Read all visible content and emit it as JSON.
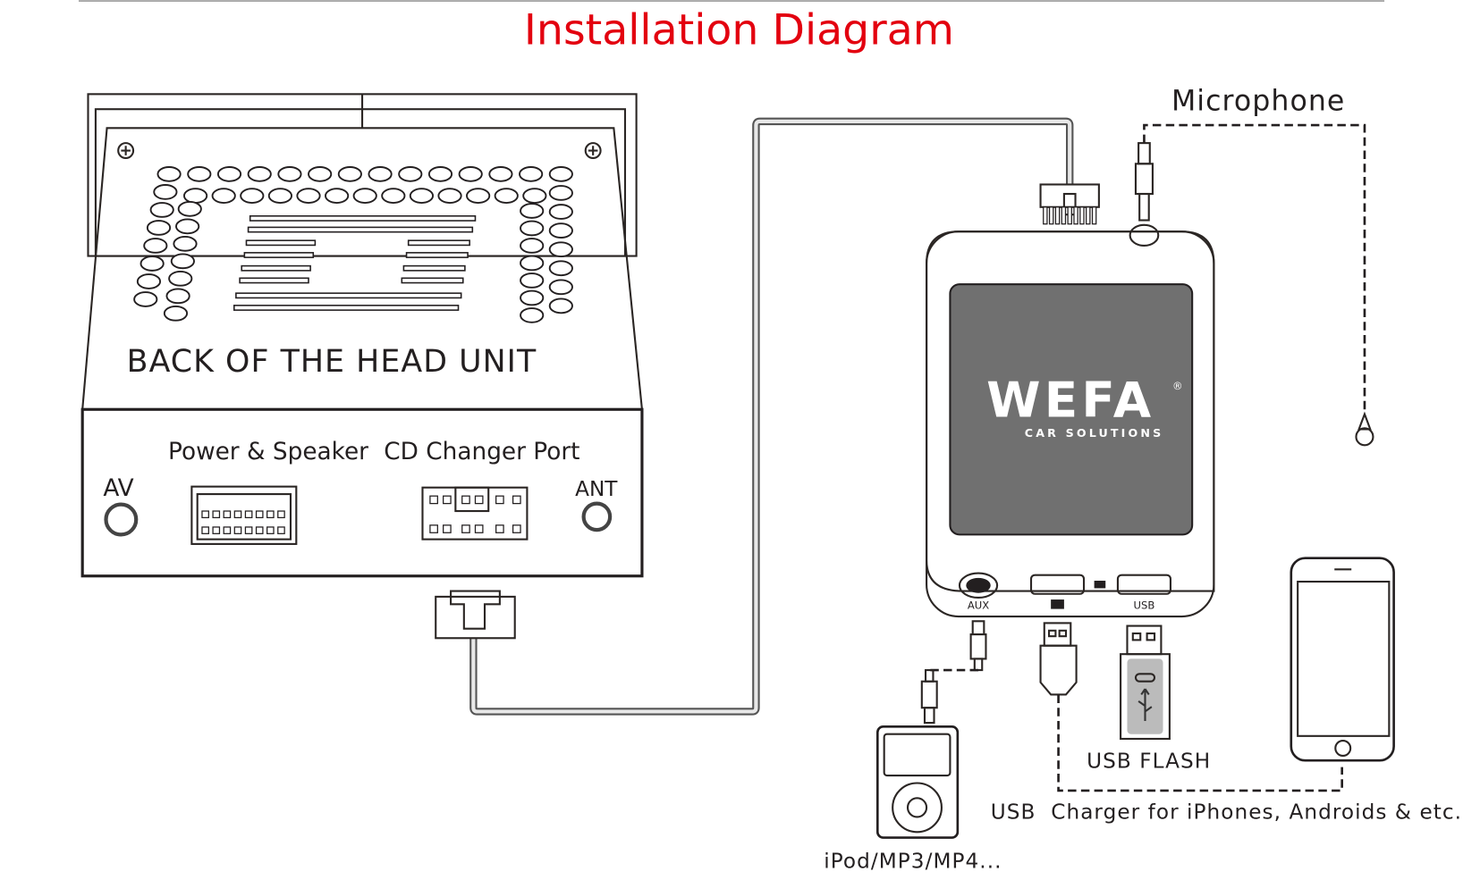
{
  "title": "Installation Diagram",
  "colors": {
    "title": "#e3000f",
    "screen": "#707070",
    "device_body": "#efefef",
    "device_base": "#9a9a9a"
  },
  "head_unit": {
    "label": "BACK OF THE HEAD UNIT",
    "ports": {
      "av": "AV",
      "power_speaker": "Power & Speaker",
      "cd_changer": "CD Changer Port",
      "ant": "ANT"
    }
  },
  "device": {
    "brand": "WEFA",
    "tagline": "CAR SOLUTIONS",
    "registered": "®",
    "ports": {
      "aux": "AUX",
      "usb": "USB"
    }
  },
  "labels": {
    "microphone": "Microphone",
    "usb_flash": "USB FLASH",
    "usb_charger": "USB  Charger for iPhones, Androids & etc.",
    "ipod": "iPod/MP3/MP4..."
  }
}
